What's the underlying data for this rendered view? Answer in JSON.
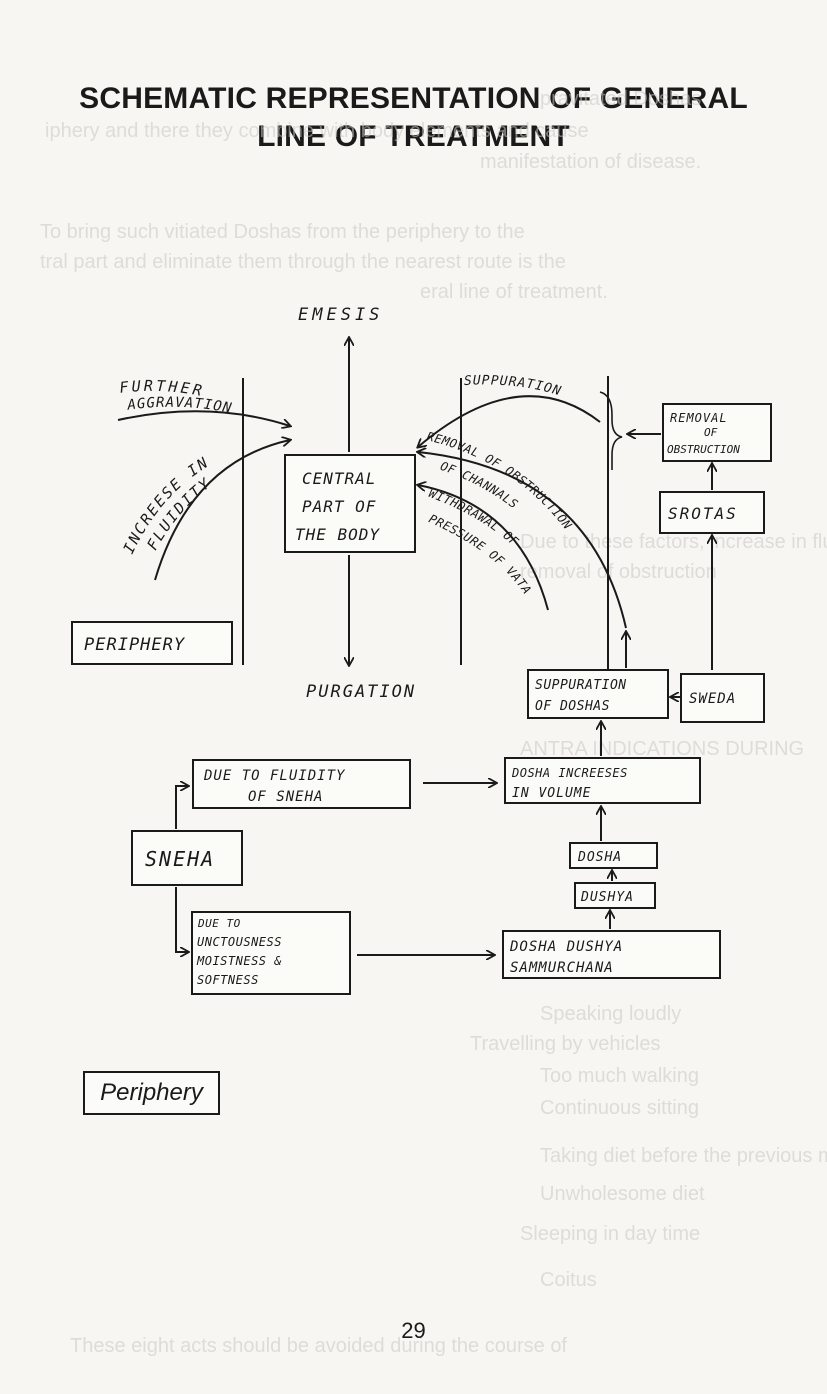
{
  "heading": {
    "line1": "SCHEMATIC REPRESENTATION OF GENERAL",
    "line2": "LINE OF TREATMENT"
  },
  "diagram": {
    "emesis": "EMESIS",
    "purgation": "PURGATION",
    "central_part": [
      "CENTRAL",
      "PART OF",
      "THE BODY"
    ],
    "periphery_box": "PERIPHERY",
    "further_aggravation": [
      "FURTHER",
      "AGGRAVATION"
    ],
    "increase_in_fluidity": [
      "INCREESE IN",
      "FLUIDITY"
    ],
    "suppuration_arc": "SUPPURATION",
    "removal_arc": [
      "REMOVAL OF OBSTRUCTION",
      "OF CHANNALS",
      "WITHDRAWAL OF",
      "PRESSURE OF VATA"
    ],
    "removal_of_obstruction": [
      "REMOVAL",
      "OF",
      "OBSTRUCTION"
    ],
    "srotas": "SROTAS",
    "suppuration_of_doshas": [
      "SUPPURATION",
      "OF DOSHAS"
    ],
    "sweda": "SWEDA",
    "due_to_fluidity": [
      "DUE TO FLUIDITY",
      "OF SNEHA"
    ],
    "dosha_increases": [
      "DOSHA INCREESES",
      "IN VOLUME"
    ],
    "dosha": "DOSHA",
    "dushya": "DUSHYA",
    "sneha": "SNEHA",
    "due_to_unctuousness": [
      "DUE TO",
      "UNCTOUSNESS",
      "MOISTNESS &",
      "SOFTNESS"
    ],
    "dosha_dushya_sammurchana": [
      "DOSHA DUSHYA",
      "SAMMURCHANA"
    ]
  },
  "periphery_note": "Periphery",
  "page_number": "29"
}
